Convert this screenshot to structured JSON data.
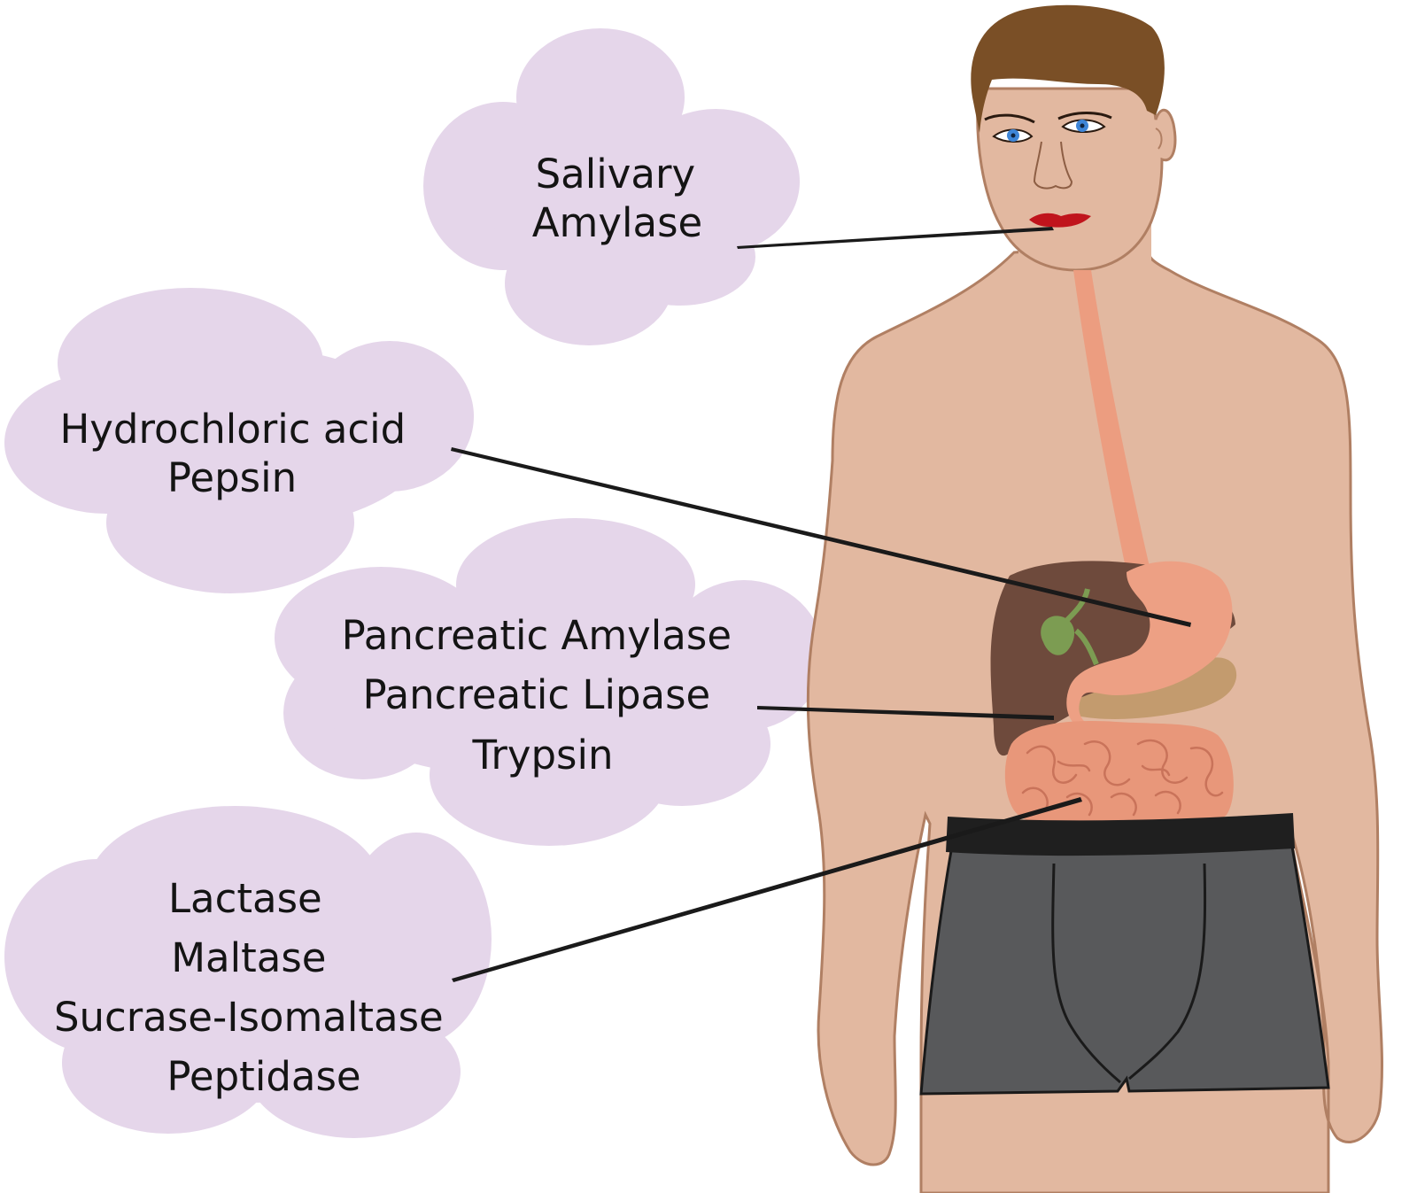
{
  "colors": {
    "cloud": "#e5d6ea",
    "skin": "#e2b8a0",
    "skin_outline": "#b07f63",
    "hair": "#7a4f26",
    "lips": "#c0141c",
    "iris": "#3f86d8",
    "esophagus": "#ec9d80",
    "stomach": "#eda084",
    "liver": "#6e4a3c",
    "gallbladder": "#7c9c52",
    "pancreas": "#c39b6e",
    "intestine": "#e8977a",
    "waistband": "#1f1f1f",
    "shorts": "#58595b",
    "leader_line": "#1a1a1a"
  },
  "callouts": [
    {
      "id": "mouth",
      "lines": [
        "Salivary",
        "Amylase"
      ],
      "points_to": "mouth"
    },
    {
      "id": "stomach",
      "lines": [
        "Hydrochloric acid",
        "Pepsin"
      ],
      "points_to": "stomach"
    },
    {
      "id": "pancreas",
      "lines": [
        "Pancreatic Amylase",
        "Pancreatic Lipase",
        "Trypsin"
      ],
      "points_to": "pancreas"
    },
    {
      "id": "small-intestine",
      "lines": [
        "Lactase",
        "Maltase",
        "Sucrase-Isomaltase",
        "Peptidase"
      ],
      "points_to": "small intestine"
    }
  ]
}
